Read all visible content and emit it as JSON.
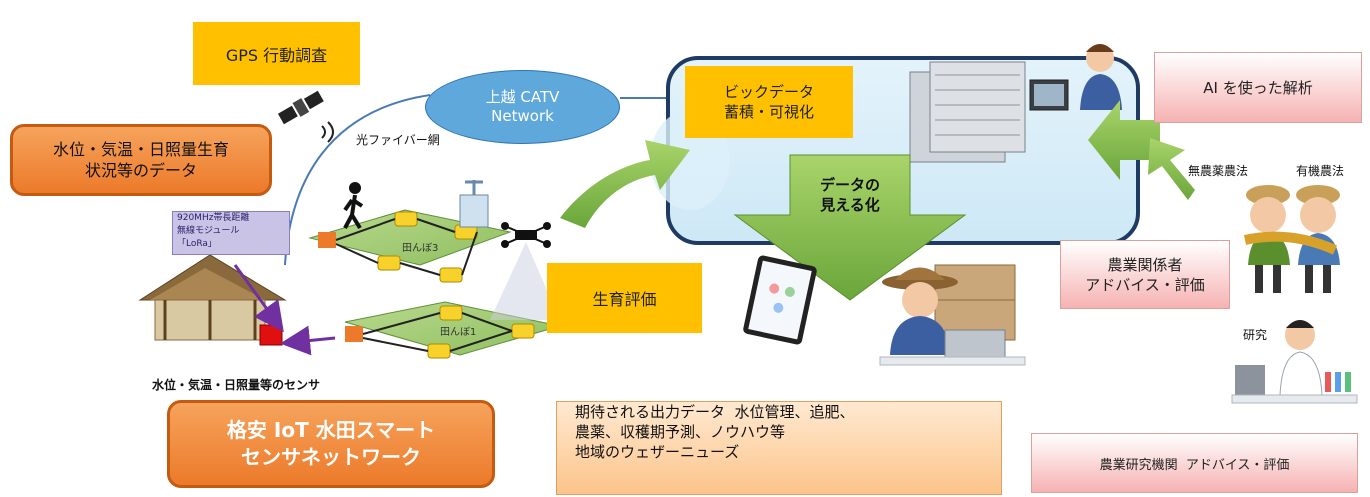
{
  "gps_label": "GPS 行動調査",
  "sensor_data_box": "水位・気温・日照量生育状況等のデータ",
  "catv_line1": "上越 CATV",
  "catv_line2": "Network",
  "fiber_label": "光ファイバー網",
  "module_label": [
    "920MHz帯長距離",
    "無線モジュール",
    "「LoRa」"
  ],
  "paddy_3": "田んぼ3",
  "paddy_1": "田んぼ1",
  "sensor_caption": "水位・気温・日照量等のセンサ",
  "network_title_line1": "格安 IoT 水田スマート",
  "network_title_line2": "センサネットワーク",
  "bigdata_line1": "ビックデータ",
  "bigdata_line2": "蓄積・可視化",
  "visualize_line1": "データの",
  "visualize_line2": "見える化",
  "growth_eval": "生育評価",
  "ai_analysis": "AI を使った解析",
  "farming_no_pesticide": "無農薬農法",
  "farming_organic": "有機農法",
  "stakeholder_line1": "農業関係者",
  "stakeholder_line2": "アドバイス・評価",
  "research": "研究",
  "output_line1": "期待される出力データ  水位管理、追肥、",
  "output_line2": "農薬、収穫期予測、ノウハウ等",
  "output_line3": "地域のウェザーニューズ",
  "research_institute": "農業研究機関  アドバイス・評価"
}
